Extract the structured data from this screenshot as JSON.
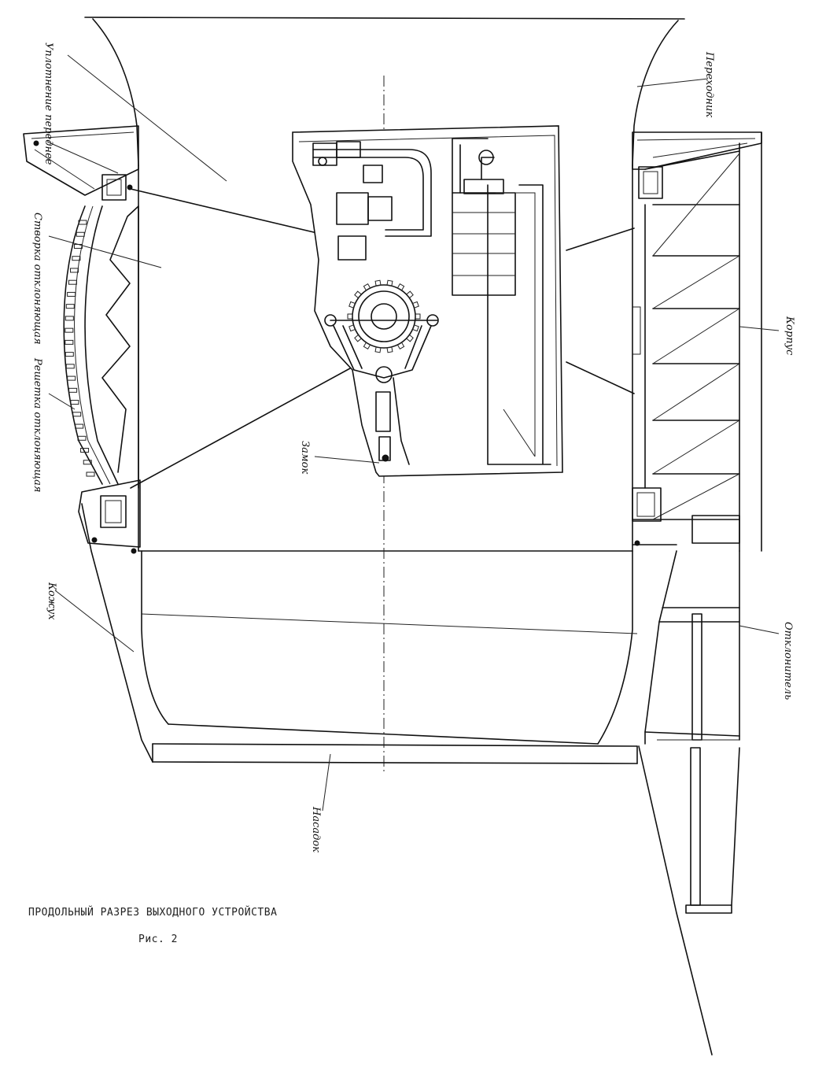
{
  "labels": {
    "seal_front": "Уплотнение переднее",
    "adapter": "Переходник",
    "deflecting_flap": "Створка отклоняющая",
    "deflecting_grille": "Решетка отклоняющая",
    "casing": "Корпус",
    "lock": "Замок",
    "shroud": "Кожух",
    "deflector": "Отклонитель",
    "nozzle": "Насадок"
  },
  "caption": {
    "title": "ПРОДОЛЬНЫЙ РАЗРЕЗ ВЫХОДНОГО УСТРОЙСТВА",
    "figure": "Рис.  2"
  }
}
